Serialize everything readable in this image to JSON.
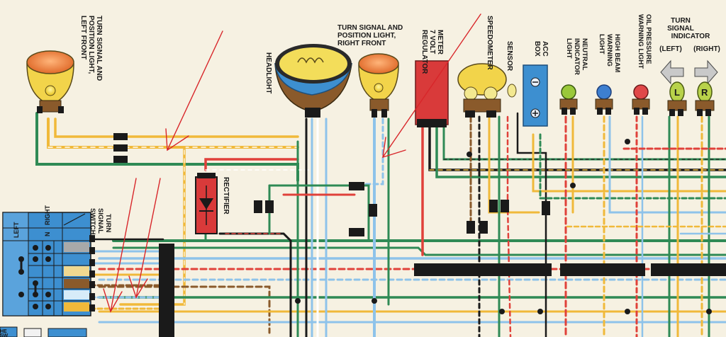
{
  "labels": {
    "ts_left_front": [
      "TURN SIGNAL AND",
      "POSITION LIGHT,",
      "LEFT FRONT"
    ],
    "ts_right_front": [
      "TURN SIGNAL AND",
      "POSITION LIGHT,",
      "RIGHT FRONT"
    ],
    "headlight": "HEADLIGHT",
    "meter": "METER",
    "regulator": [
      "7 VOLT",
      "REGULATOR"
    ],
    "speedometer": "SPEEDOMETER",
    "sensor": "SENSOR",
    "acc_box": [
      "ACC",
      "BOX"
    ],
    "neutral": [
      "NEUTRAL",
      "INDICATOR",
      "LIGHT"
    ],
    "high_beam": [
      "HIGH BEAM",
      "WARNING",
      "LIGHT"
    ],
    "oil_pressure": [
      "OIL PRESSURE",
      "WARNING LIGHT"
    ],
    "turn_indicator": [
      "TURN",
      "SIGNAL",
      "INDICATOR"
    ],
    "left": "(LEFT)",
    "right": "(RIGHT)",
    "rectifier": "RECTIFIER",
    "ts_switch": [
      "TURN",
      "SIGNAL",
      "SWITCH"
    ],
    "switch_right": "RIGHT",
    "switch_n": "N",
    "switch_left": "LEFT",
    "bottom_left": [
      "HE",
      "SW"
    ],
    "bulb_l": "L",
    "bulb_r": "R"
  },
  "colors": {
    "background": "#f6f1e2",
    "wire_green": "#2f8a55",
    "wire_yellow": "#f0b93a",
    "wire_lightblue": "#8ec3ea",
    "wire_red": "#e0413a",
    "wire_brown": "#8a5a2b",
    "wire_black": "#1a1a1a",
    "annotation_red": "#d8262a",
    "switch_blue": "#3d8fd0",
    "regulator_red": "#d93a3a"
  }
}
